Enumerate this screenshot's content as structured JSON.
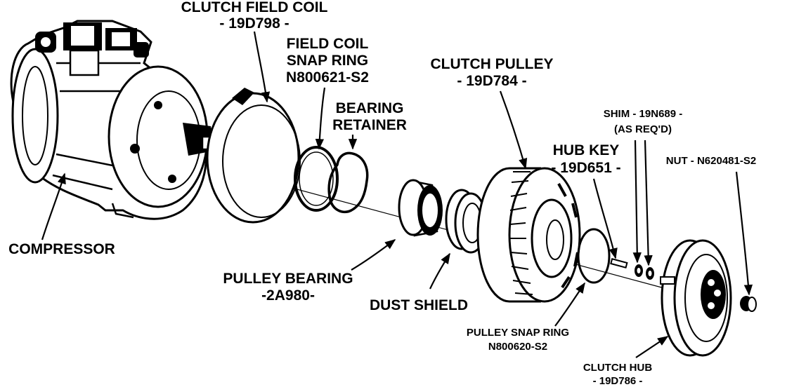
{
  "diagram": {
    "labels": {
      "field_coil": [
        "CLUTCH FIELD COIL",
        "- 19D798 -"
      ],
      "snap_ring": [
        "FIELD COIL",
        "SNAP RING",
        "N800621-S2"
      ],
      "bearing_retainer": [
        "BEARING",
        "RETAINER"
      ],
      "clutch_pulley": [
        "CLUTCH PULLEY",
        "- 19D784 -"
      ],
      "shim": [
        "SHIM - 19N689 -",
        "(AS REQ'D)"
      ],
      "hub_key": [
        "HUB KEY",
        "- 19D651 -"
      ],
      "nut": "NUT - N620481-S2",
      "compressor": "COMPRESSOR",
      "pulley_bearing": [
        "PULLEY BEARING",
        "-2A980-"
      ],
      "dust_shield": "DUST SHIELD",
      "pulley_snap_ring": [
        "PULLEY SNAP RING",
        "N800620-S2"
      ],
      "clutch_hub": [
        "CLUTCH HUB",
        "- 19D786 -"
      ]
    }
  }
}
